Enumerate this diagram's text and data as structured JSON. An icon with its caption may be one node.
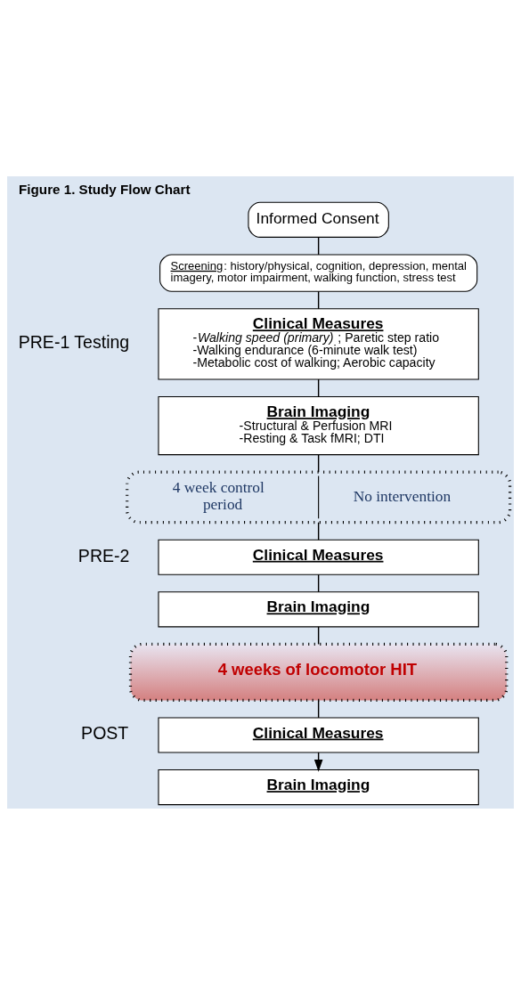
{
  "diagram": {
    "title": "Figure 1. Study Flow Chart",
    "nodes": [
      {
        "text": [
          "Informed Consent"
        ]
      },
      {
        "text": [
          "Screening: history/physical, cognition, depression, mental imagery, motor impairment, walking function, stress test"
        ]
      },
      {
        "text": [
          "Clinical Measures",
          "-*Walking speed (primary)*; Paretic step ratio",
          "-Walking endurance (6-minute walk test)",
          "-Metabolic cost of walking; Aerobic capacity"
        ]
      },
      {
        "text": [
          "Brain Imaging",
          "-Structural & Perfusion MRI",
          "-Resting & Task fMRI; DTI"
        ]
      },
      {
        "text": [
          "4 week control period",
          "No intervention"
        ]
      },
      {
        "text": [
          "Clinical Measures"
        ]
      },
      {
        "text": [
          "Brain Imaging"
        ]
      },
      {
        "text": [
          "4 weeks of locomotor HIT"
        ]
      },
      {
        "text": [
          "Clinical Measures"
        ]
      },
      {
        "text": [
          "Brain Imaging"
        ]
      }
    ],
    "edges": [
      {
        "from": 0,
        "to": 1,
        "arrow": "none"
      },
      {
        "from": 1,
        "to": 2,
        "arrow": "none"
      },
      {
        "from": 2,
        "to": 3,
        "arrow": "none"
      },
      {
        "from": 3,
        "to": 4,
        "arrow": "none"
      },
      {
        "from": 4,
        "to": 5,
        "arrow": "none"
      },
      {
        "from": 5,
        "to": 6,
        "arrow": "none"
      },
      {
        "from": 6,
        "to": 7,
        "arrow": "none"
      },
      {
        "from": 7,
        "to": 8,
        "arrow": "none"
      },
      {
        "from": 8,
        "to": 9,
        "arrow": "to"
      }
    ],
    "labels": [
      "PRE-1 Testing",
      "PRE-2",
      "POST"
    ]
  }
}
